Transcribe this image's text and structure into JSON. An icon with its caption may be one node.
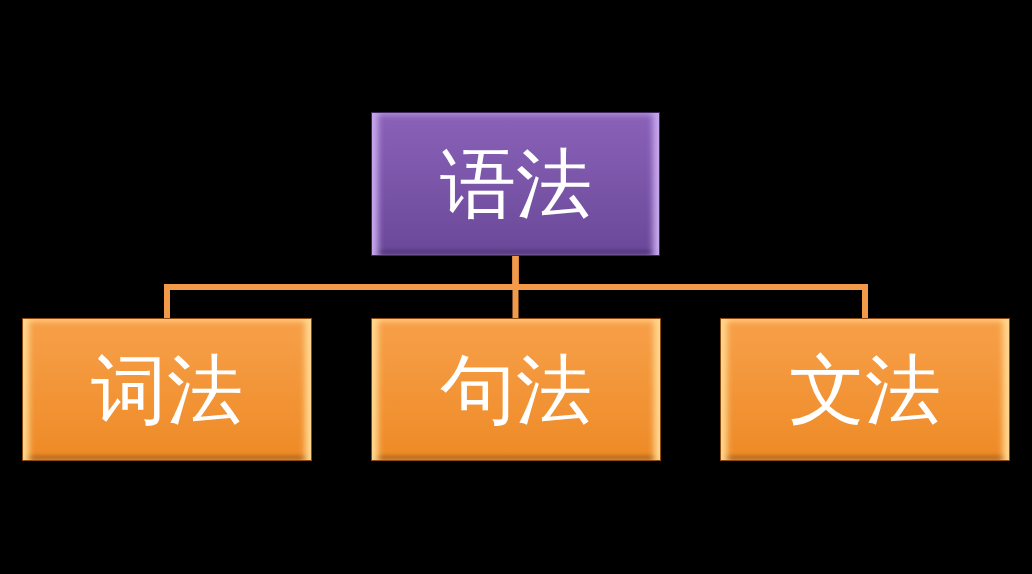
{
  "diagram": {
    "nodes": [
      {
        "text": [
          "语法"
        ]
      },
      {
        "text": [
          "词法"
        ]
      },
      {
        "text": [
          "句法"
        ]
      },
      {
        "text": [
          "文法"
        ]
      }
    ],
    "edges": [
      {
        "from": 0,
        "to": 1,
        "arrow": "none"
      },
      {
        "from": 0,
        "to": 2,
        "arrow": "none"
      },
      {
        "from": 0,
        "to": 3,
        "arrow": "none"
      }
    ]
  }
}
